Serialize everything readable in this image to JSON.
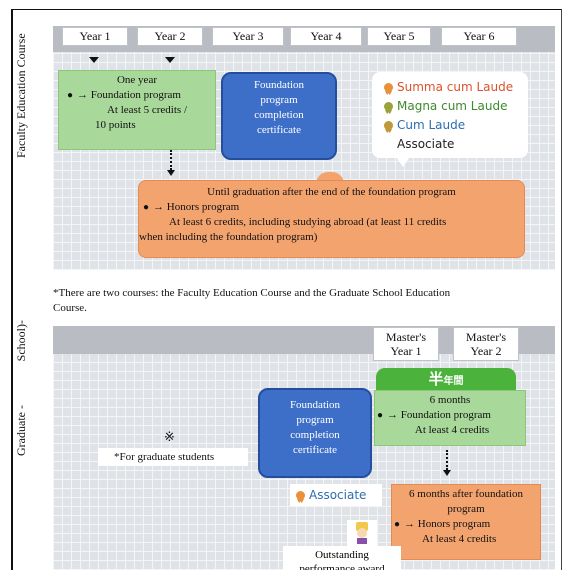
{
  "side_labels": {
    "top": "Faculty Education Course",
    "bottom_a": "School)-",
    "bottom_b": "Graduate -"
  },
  "years": [
    "Year 1",
    "Year 2",
    "Year 3",
    "Year 4",
    "Year 5",
    "Year 6"
  ],
  "foundation_box": {
    "line1": "One year",
    "line2": "→ Foundation program",
    "line3": "At least 5 credits /",
    "line4": "10 points"
  },
  "certificate": {
    "line1": "Foundation",
    "line2": "program",
    "line3": "completion",
    "line4": "certificate"
  },
  "honors_levels": [
    {
      "label": "Summa cum Laude",
      "color": "#d9532c"
    },
    {
      "label": "Magna cum Laude",
      "color": "#3f8a2f"
    },
    {
      "label": "Cum Laude",
      "color": "#2c6db0"
    },
    {
      "label": "Associate",
      "color": "#222222"
    }
  ],
  "honors_box": {
    "line1": "Until graduation after the end of the foundation program",
    "line2": "→ Honors program",
    "line3": "At least 6 credits, including studying abroad (at least 11 credits",
    "line4": "when including the foundation program)"
  },
  "note_courses": {
    "line1": "*There are two courses: the Faculty Education Course and the Graduate School Education",
    "line2": "Course."
  },
  "masters": [
    {
      "l1": "Master's",
      "l2": "Year 1"
    },
    {
      "l1": "Master's",
      "l2": "Year 2"
    }
  ],
  "half_year_tab": {
    "big": "半",
    "small": "年間"
  },
  "grad_foundation": {
    "line1": "6 months",
    "line2": "→ Foundation program",
    "line3": "At least 4 credits"
  },
  "grad_certificate": {
    "line1": "Foundation",
    "line2": "program",
    "line3": "completion",
    "line4": "certificate"
  },
  "grad_note": {
    "mark": "※",
    "text": "*For graduate students"
  },
  "grad_associate": "Associate",
  "grad_honors": {
    "line1": "6 months after foundation",
    "line2": "program",
    "line3": "→ Honors program",
    "line4": "At least 4 credits"
  },
  "outstanding": {
    "line1": "Outstanding",
    "line2": "performance award"
  }
}
